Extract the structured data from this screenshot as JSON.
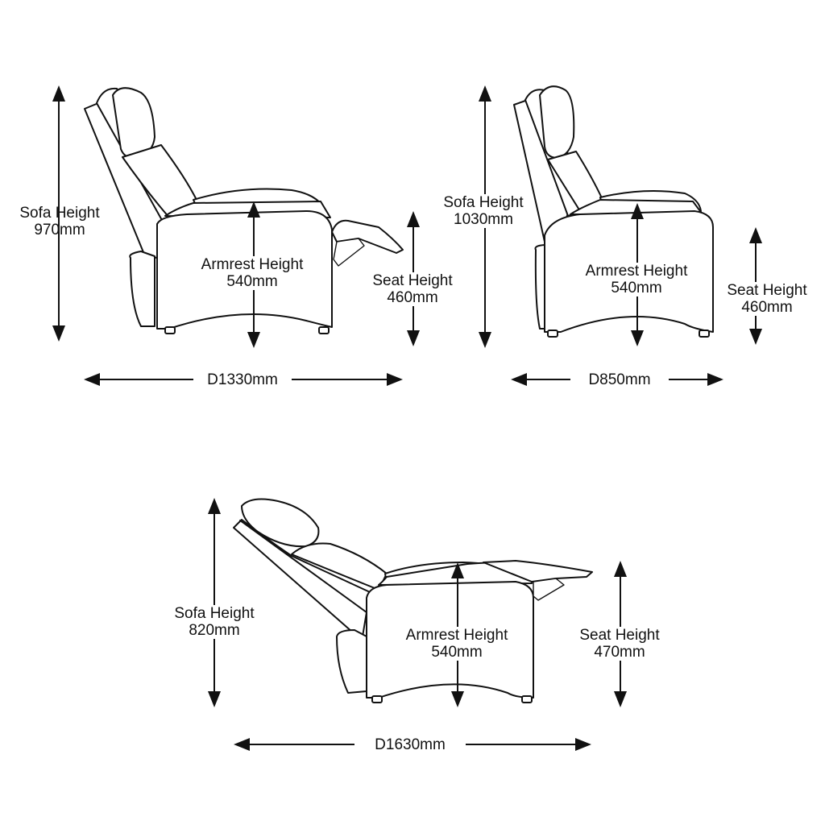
{
  "diagrams": [
    {
      "id": "partially-reclined",
      "sofa_height": {
        "label": "Sofa Height",
        "value": "970mm"
      },
      "armrest_height": {
        "label": "Armrest Height",
        "value": "540mm"
      },
      "seat_height": {
        "label": "Seat Height",
        "value": "460mm"
      },
      "depth": "D1330mm"
    },
    {
      "id": "upright",
      "sofa_height": {
        "label": "Sofa Height",
        "value": "1030mm"
      },
      "armrest_height": {
        "label": "Armrest Height",
        "value": "540mm"
      },
      "seat_height": {
        "label": "Seat Height",
        "value": "460mm"
      },
      "depth": "D850mm"
    },
    {
      "id": "fully-reclined",
      "sofa_height": {
        "label": "Sofa Height",
        "value": "820mm"
      },
      "armrest_height": {
        "label": "Armrest Height",
        "value": "540mm"
      },
      "seat_height": {
        "label": "Seat Height",
        "value": "470mm"
      },
      "depth": "D1630mm"
    }
  ],
  "colors": {
    "line": "#111111",
    "background": "#ffffff"
  }
}
